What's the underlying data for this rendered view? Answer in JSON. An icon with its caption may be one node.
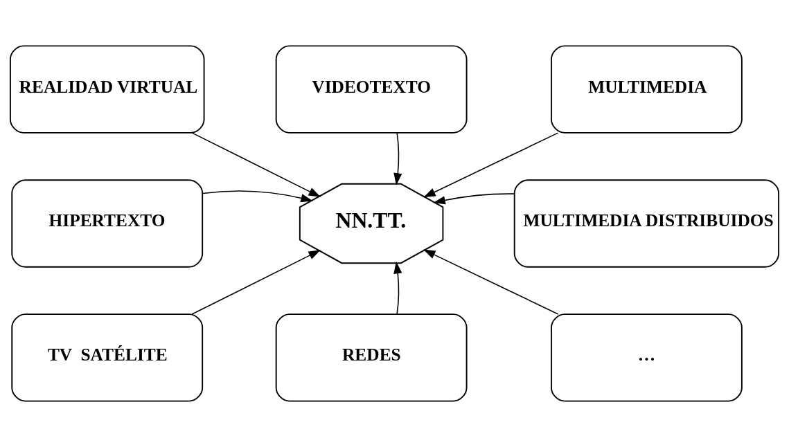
{
  "diagram": {
    "nodes": [
      {
        "text": [
          "REALIDAD VIRTUAL"
        ]
      },
      {
        "text": [
          "VIDEOTEXTO"
        ]
      },
      {
        "text": [
          "MULTIMEDIA"
        ]
      },
      {
        "text": [
          "HIPERTEXTO"
        ]
      },
      {
        "text": [
          "NN.TT."
        ]
      },
      {
        "text": [
          "MULTIMEDIA DISTRIBUIDOS"
        ]
      },
      {
        "text": [
          "TV  SATÉLITE"
        ]
      },
      {
        "text": [
          "REDES"
        ]
      },
      {
        "text": [
          "…"
        ]
      }
    ],
    "edges": [
      {
        "from": 0,
        "to": 4,
        "arrow": "to"
      },
      {
        "from": 1,
        "to": 4,
        "arrow": "to"
      },
      {
        "from": 2,
        "to": 4,
        "arrow": "to"
      },
      {
        "from": 3,
        "to": 4,
        "arrow": "to"
      },
      {
        "from": 5,
        "to": 4,
        "arrow": "to"
      },
      {
        "from": 6,
        "to": 4,
        "arrow": "to"
      },
      {
        "from": 7,
        "to": 4,
        "arrow": "to"
      },
      {
        "from": 8,
        "to": 4,
        "arrow": "to"
      }
    ]
  }
}
